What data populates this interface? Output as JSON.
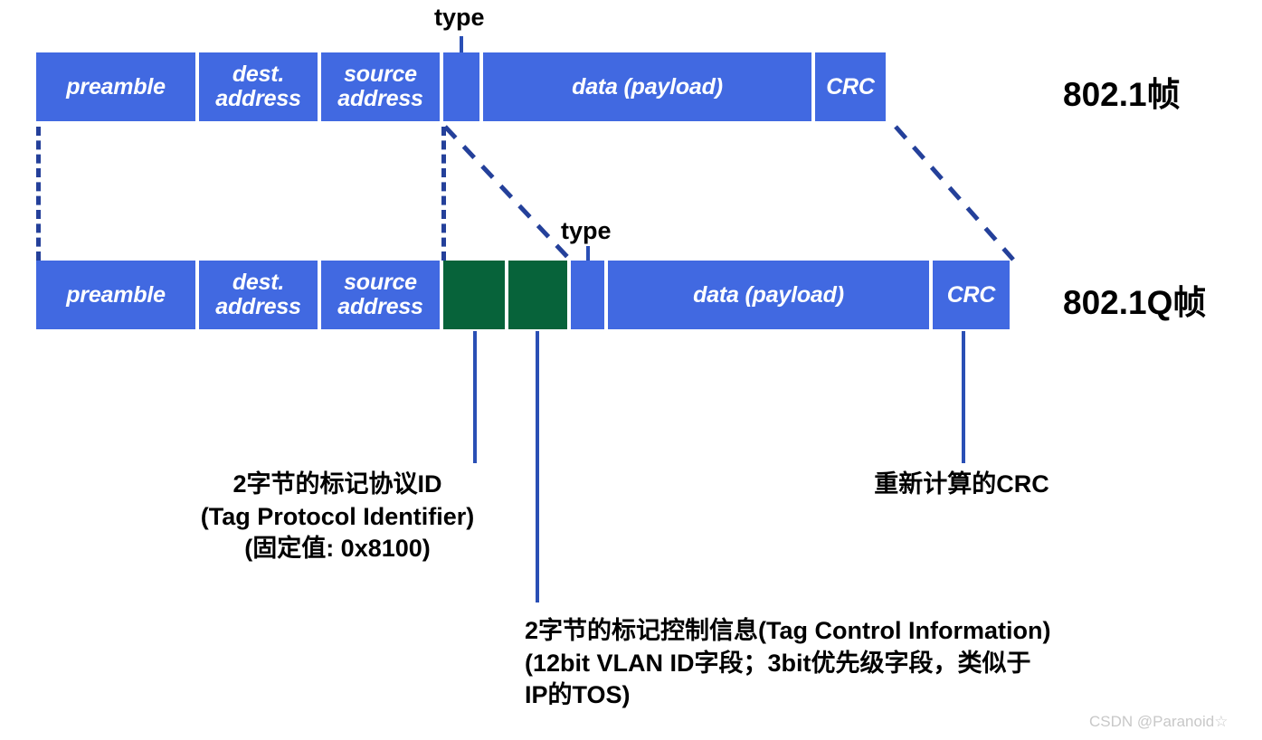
{
  "diagram": {
    "title": "802.1 / 802.1Q Ethernet frame format comparison",
    "colors": {
      "field_blue": "#4169e1",
      "tag_green": "#07633a",
      "line_blue": "#2a4fb5",
      "dash_blue": "#24409a",
      "text_black": "#000000",
      "field_text": "#ffffff",
      "watermark_gray": "#c8c8c8"
    }
  },
  "frame1": {
    "name": "802.1帧",
    "type_label": "type",
    "fields": [
      {
        "id": "preamble",
        "label_line1": "preamble",
        "label_line2": ""
      },
      {
        "id": "dest",
        "label_line1": "dest.",
        "label_line2": "address"
      },
      {
        "id": "source",
        "label_line1": "source",
        "label_line2": "address"
      },
      {
        "id": "type",
        "label_line1": "",
        "label_line2": ""
      },
      {
        "id": "data",
        "label_line1": "data (payload)",
        "label_line2": ""
      },
      {
        "id": "crc",
        "label_line1": "CRC",
        "label_line2": ""
      }
    ]
  },
  "frame2": {
    "name": "802.1Q帧",
    "type_label": "type",
    "fields": [
      {
        "id": "preamble",
        "label_line1": "preamble",
        "label_line2": ""
      },
      {
        "id": "dest",
        "label_line1": "dest.",
        "label_line2": "address"
      },
      {
        "id": "source",
        "label_line1": "source",
        "label_line2": "address"
      },
      {
        "id": "tpid",
        "label_line1": "",
        "label_line2": ""
      },
      {
        "id": "tci",
        "label_line1": "",
        "label_line2": ""
      },
      {
        "id": "type",
        "label_line1": "",
        "label_line2": ""
      },
      {
        "id": "data",
        "label_line1": "data (payload)",
        "label_line2": ""
      },
      {
        "id": "crc",
        "label_line1": "CRC",
        "label_line2": ""
      }
    ]
  },
  "annotations": {
    "tpid": {
      "lines": [
        "2字节的标记协议ID",
        "(Tag Protocol Identifier)",
        "(固定值: 0x8100)"
      ]
    },
    "crc": {
      "lines": [
        "重新计算的CRC"
      ]
    },
    "tci": {
      "lines": [
        "2字节的标记控制信息(Tag Control Information)",
        "(12bit VLAN ID字段；3bit优先级字段，类似于",
        "IP的TOS)"
      ]
    }
  },
  "watermark": {
    "text": "CSDN @Paranoid☆"
  }
}
